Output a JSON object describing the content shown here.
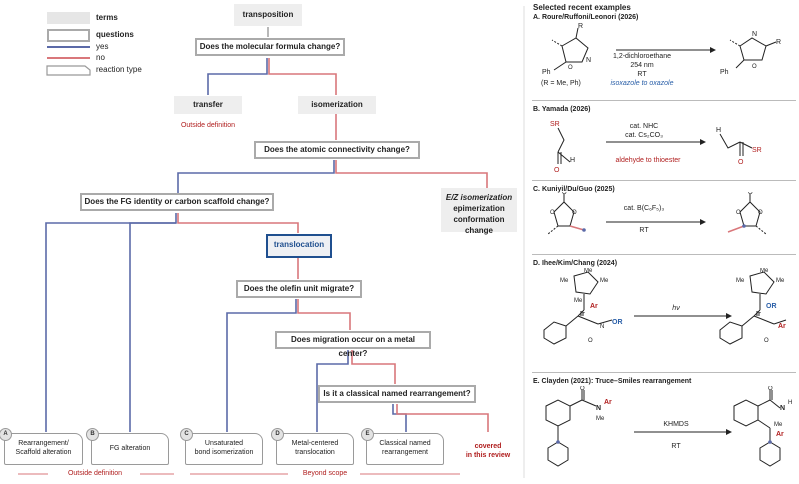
{
  "legend": {
    "terms": "terms",
    "questions": "questions",
    "yes": "yes",
    "no": "no",
    "reaction_type": "reaction type"
  },
  "colors": {
    "yes": "#5b6aa8",
    "no": "#d9777b",
    "focus": "#1f4f8f",
    "accent_red": "#b01e1e"
  },
  "flow": {
    "root": "transposition",
    "q_formula": "Does the molecular formula change?",
    "transfer": "transfer",
    "outside_def_1": "Outside definition",
    "isomerization": "isomerization",
    "q_connectivity": "Does the atomic connectivity change?",
    "q_fg": "Does the FG identity or carbon scaffold change?",
    "ez_line1": "E/Z isomerization",
    "ez_line2": "epimerization",
    "ez_line3": "conformation change",
    "translocation": "translocation",
    "q_olefin": "Does the olefin unit migrate?",
    "q_metal": "Does migration occur on a metal center?",
    "q_named": "Is it a classical named rearrangement?",
    "covered_1": "covered",
    "covered_2": "in this review",
    "outside_def_2": "Outside definition",
    "beyond_scope": "Beyond scope"
  },
  "leaves": [
    {
      "badge": "A",
      "line1": "Rearrangement/",
      "line2": "Scaffold alteration"
    },
    {
      "badge": "B",
      "line1": "FG alteration",
      "line2": ""
    },
    {
      "badge": "C",
      "line1": "Unsaturated",
      "line2": "bond isomerization"
    },
    {
      "badge": "D",
      "line1": "Metal-centered",
      "line2": "translocation"
    },
    {
      "badge": "E",
      "line1": "Classical named",
      "line2": "rearrangement"
    }
  ],
  "examples": {
    "heading": "Selected recent examples",
    "a": {
      "title": "A. Roure/Ruffoni/Leonori (2026)",
      "cond1": "1,2-dichloroethane",
      "cond2": "254 nm",
      "cond3": "RT",
      "note": "isoxazole to oxazole",
      "r_note": "(R = Me, Ph)"
    },
    "b": {
      "title": "B. Yamada (2026)",
      "cond1": "cat. NHC",
      "cond2": "cat. Cs₂CO₃",
      "note": "aldehyde to thioester"
    },
    "c": {
      "title": "C. Kuniyil/Du/Guo (2025)",
      "cond1": "cat. B(C₆F₅)₃",
      "cond2": "RT"
    },
    "d": {
      "title": "D. Ihee/Kim/Chang (2024)",
      "cond1": "hν"
    },
    "e": {
      "title": "E. Clayden (2021): Truce–Smiles rearrangement",
      "cond1": "KHMDS",
      "cond2": "RT"
    }
  }
}
